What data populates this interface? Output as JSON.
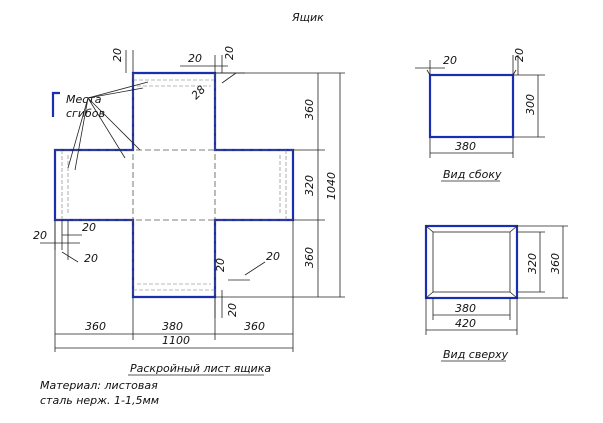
{
  "title": "Ящик",
  "legend": {
    "line1": "Места",
    "line2": "сгибов"
  },
  "blank": {
    "caption": "Раскройный лист ящика",
    "dims": {
      "top_flange_h": "20",
      "top_flange_w": "20",
      "top_flange_w2": "20",
      "diag": "28",
      "right_top": "360",
      "right_mid": "320",
      "right_total": "1040",
      "right_bottom": "360",
      "left_flange_a": "20",
      "left_flange_b": "20",
      "left_flange_c": "20",
      "bot_flange_a": "20",
      "bot_flange_b": "20",
      "bot_flange_c": "360",
      "bottom_left": "360",
      "bottom_mid": "380",
      "bottom_total": "1100"
    }
  },
  "side_view": {
    "caption": "Вид сбоку",
    "dims": {
      "flange_left": "20",
      "flange_right": "20",
      "height": "300",
      "width": "380"
    }
  },
  "top_view": {
    "caption": "Вид сверху",
    "dims": {
      "inner_h": "320",
      "outer_h": "360",
      "inner_w": "380",
      "outer_w": "420"
    }
  },
  "material": {
    "line1": "Материал: листовая",
    "line2": "сталь нерж. 1-1,5мм"
  }
}
